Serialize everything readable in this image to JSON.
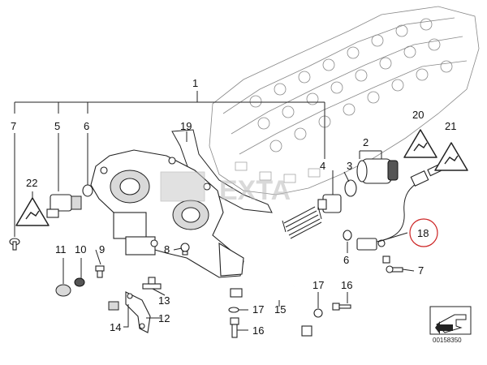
{
  "diagram": {
    "callouts": {
      "c1": "1",
      "c2": "2",
      "c3": "3",
      "c4": "4",
      "c5": "5",
      "c6a": "6",
      "c6b": "6",
      "c7a": "7",
      "c7b": "7",
      "c8": "8",
      "c9": "9",
      "c10": "10",
      "c11": "11",
      "c12": "12",
      "c13": "13",
      "c14": "14",
      "c15": "15",
      "c16a": "16",
      "c16b": "16",
      "c17a": "17",
      "c17b": "17",
      "c18": "18",
      "c19": "19",
      "c20": "20",
      "c21": "21",
      "c22": "22"
    },
    "catalog_number": "00158350",
    "watermark_text": "EXTA",
    "highlight_color": "#cc2222",
    "watermark_color": "#bbbbbb"
  }
}
